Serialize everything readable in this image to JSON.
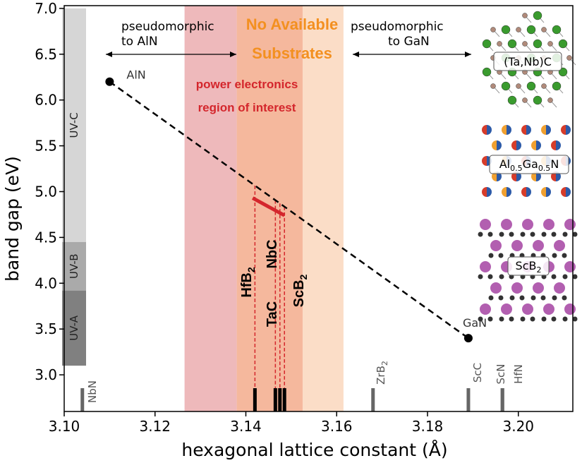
{
  "chart_data": {
    "type": "line",
    "xlabel": "hexagonal lattice constant (Å)",
    "ylabel": "band gap (eV)",
    "xlim": [
      3.1,
      3.212
    ],
    "ylim": [
      2.6,
      7.03
    ],
    "x_ticks": [
      "3.10",
      "3.12",
      "3.14",
      "3.16",
      "3.18",
      "3.20"
    ],
    "x_tick_values": [
      3.1,
      3.12,
      3.14,
      3.16,
      3.18,
      3.2
    ],
    "y_ticks": [
      "3.0",
      "3.5",
      "4.0",
      "4.5",
      "5.0",
      "5.5",
      "6.0",
      "6.5",
      "7.0"
    ],
    "y_tick_values": [
      3.0,
      3.5,
      4.0,
      4.5,
      5.0,
      5.5,
      6.0,
      6.5,
      7.0
    ],
    "series": [
      {
        "style": "dashed",
        "color": "#000000",
        "x": [
          3.11,
          3.189
        ],
        "y": [
          6.2,
          3.4
        ]
      }
    ],
    "endpoints": [
      {
        "label": "AlN",
        "x": 3.11,
        "y": 6.2
      },
      {
        "label": "GaN",
        "x": 3.189,
        "y": 3.4
      }
    ],
    "highlight_segment": {
      "x": [
        3.1415,
        3.1485
      ],
      "y": [
        4.93,
        4.74
      ],
      "color": "#d4262c"
    },
    "bands": [
      {
        "x0": 3.1265,
        "x1": 3.138,
        "color": "#e8a2a4"
      },
      {
        "x0": 3.138,
        "x1": 3.1525,
        "color": "#f1a07c"
      },
      {
        "x0": 3.1525,
        "x1": 3.1615,
        "color": "#fad2b4"
      }
    ],
    "uv_regions": [
      {
        "label": "UV-C",
        "y0": 4.45,
        "y1": 7.0,
        "color": "#d6d6d6"
      },
      {
        "label": "UV-B",
        "y0": 3.92,
        "y1": 4.45,
        "color": "#aaaaaa"
      },
      {
        "label": "UV-A",
        "y0": 3.1,
        "y1": 3.92,
        "color": "#808080"
      }
    ],
    "substrate_markers_black": [
      {
        "label": "HfB2",
        "x": 3.142
      },
      {
        "label": "TaC",
        "x": 3.1465
      },
      {
        "label": "NbC",
        "x": 3.1475
      },
      {
        "label": "ScB2",
        "x": 3.1485
      }
    ],
    "substrate_markers_gray": [
      {
        "label": "NbN",
        "x": 3.104
      },
      {
        "label": "ZrB2",
        "x": 3.168
      },
      {
        "label": "ScC",
        "x": 3.189
      },
      {
        "label": "ScN",
        "x": 3.1965
      },
      {
        "label": "HfN",
        "x": 3.1965
      }
    ],
    "annotations": {
      "left_arrow": [
        "pseudomorphic",
        "to AlN"
      ],
      "right_arrow": [
        "pseudomorphic",
        "to GaN"
      ],
      "orange_title": [
        "No Available",
        "Substrates"
      ],
      "red_note": [
        "power electronics",
        "region of interest"
      ]
    },
    "grid": false
  },
  "crystals": {
    "c1_a": "(Ta,Nb)C",
    "c2_a": "Al",
    "c2_s1": "0.5",
    "c2_b": "Ga",
    "c2_s2": "0.5",
    "c2_c": "N",
    "c3_a": "ScB",
    "c3_s": "2"
  },
  "colors": {
    "green_atom": "#3a9b2e",
    "brown_atom": "#b08a7a",
    "red_atom": "#d63c2a",
    "blue_atom": "#2c5aa8",
    "orange_atom": "#f0a030",
    "purple_atom": "#b25fb0",
    "dark_atom": "#333333"
  }
}
